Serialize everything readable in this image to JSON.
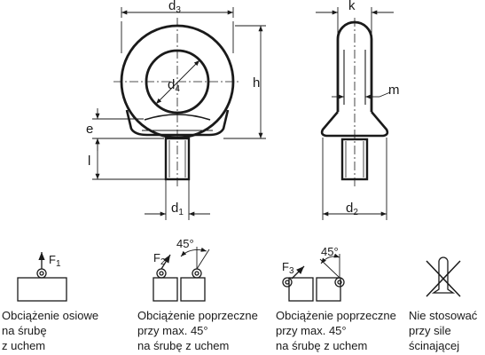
{
  "dimensions": {
    "d3": {
      "base": "d",
      "sub": "3"
    },
    "k": {
      "base": "k",
      "sub": ""
    },
    "d4": {
      "base": "d",
      "sub": "4"
    },
    "h": {
      "base": "h",
      "sub": ""
    },
    "m": {
      "base": "m",
      "sub": ""
    },
    "e": {
      "base": "e",
      "sub": ""
    },
    "l": {
      "base": "l",
      "sub": ""
    },
    "d1": {
      "base": "d",
      "sub": "1"
    },
    "d2": {
      "base": "d",
      "sub": "2"
    }
  },
  "load_cases": [
    {
      "force": {
        "base": "F",
        "sub": "1"
      },
      "angle": "",
      "caption": [
        "Obciążenie osiowe",
        "na śrubę",
        "z uchem"
      ]
    },
    {
      "force": {
        "base": "F",
        "sub": "2"
      },
      "angle": "45°",
      "caption": [
        "Obciążenie poprzeczne",
        "przy max. 45°",
        "na śrubę z uchem"
      ]
    },
    {
      "force": {
        "base": "F",
        "sub": "3"
      },
      "angle": "45°",
      "caption": [
        "Obciążenie poprzeczne",
        "przy max. 45°",
        "na śrubę z uchem"
      ]
    },
    {
      "force": {
        "base": "",
        "sub": ""
      },
      "angle": "",
      "caption": [
        "Nie stosować",
        "przy sile",
        "ścinającej"
      ]
    }
  ]
}
